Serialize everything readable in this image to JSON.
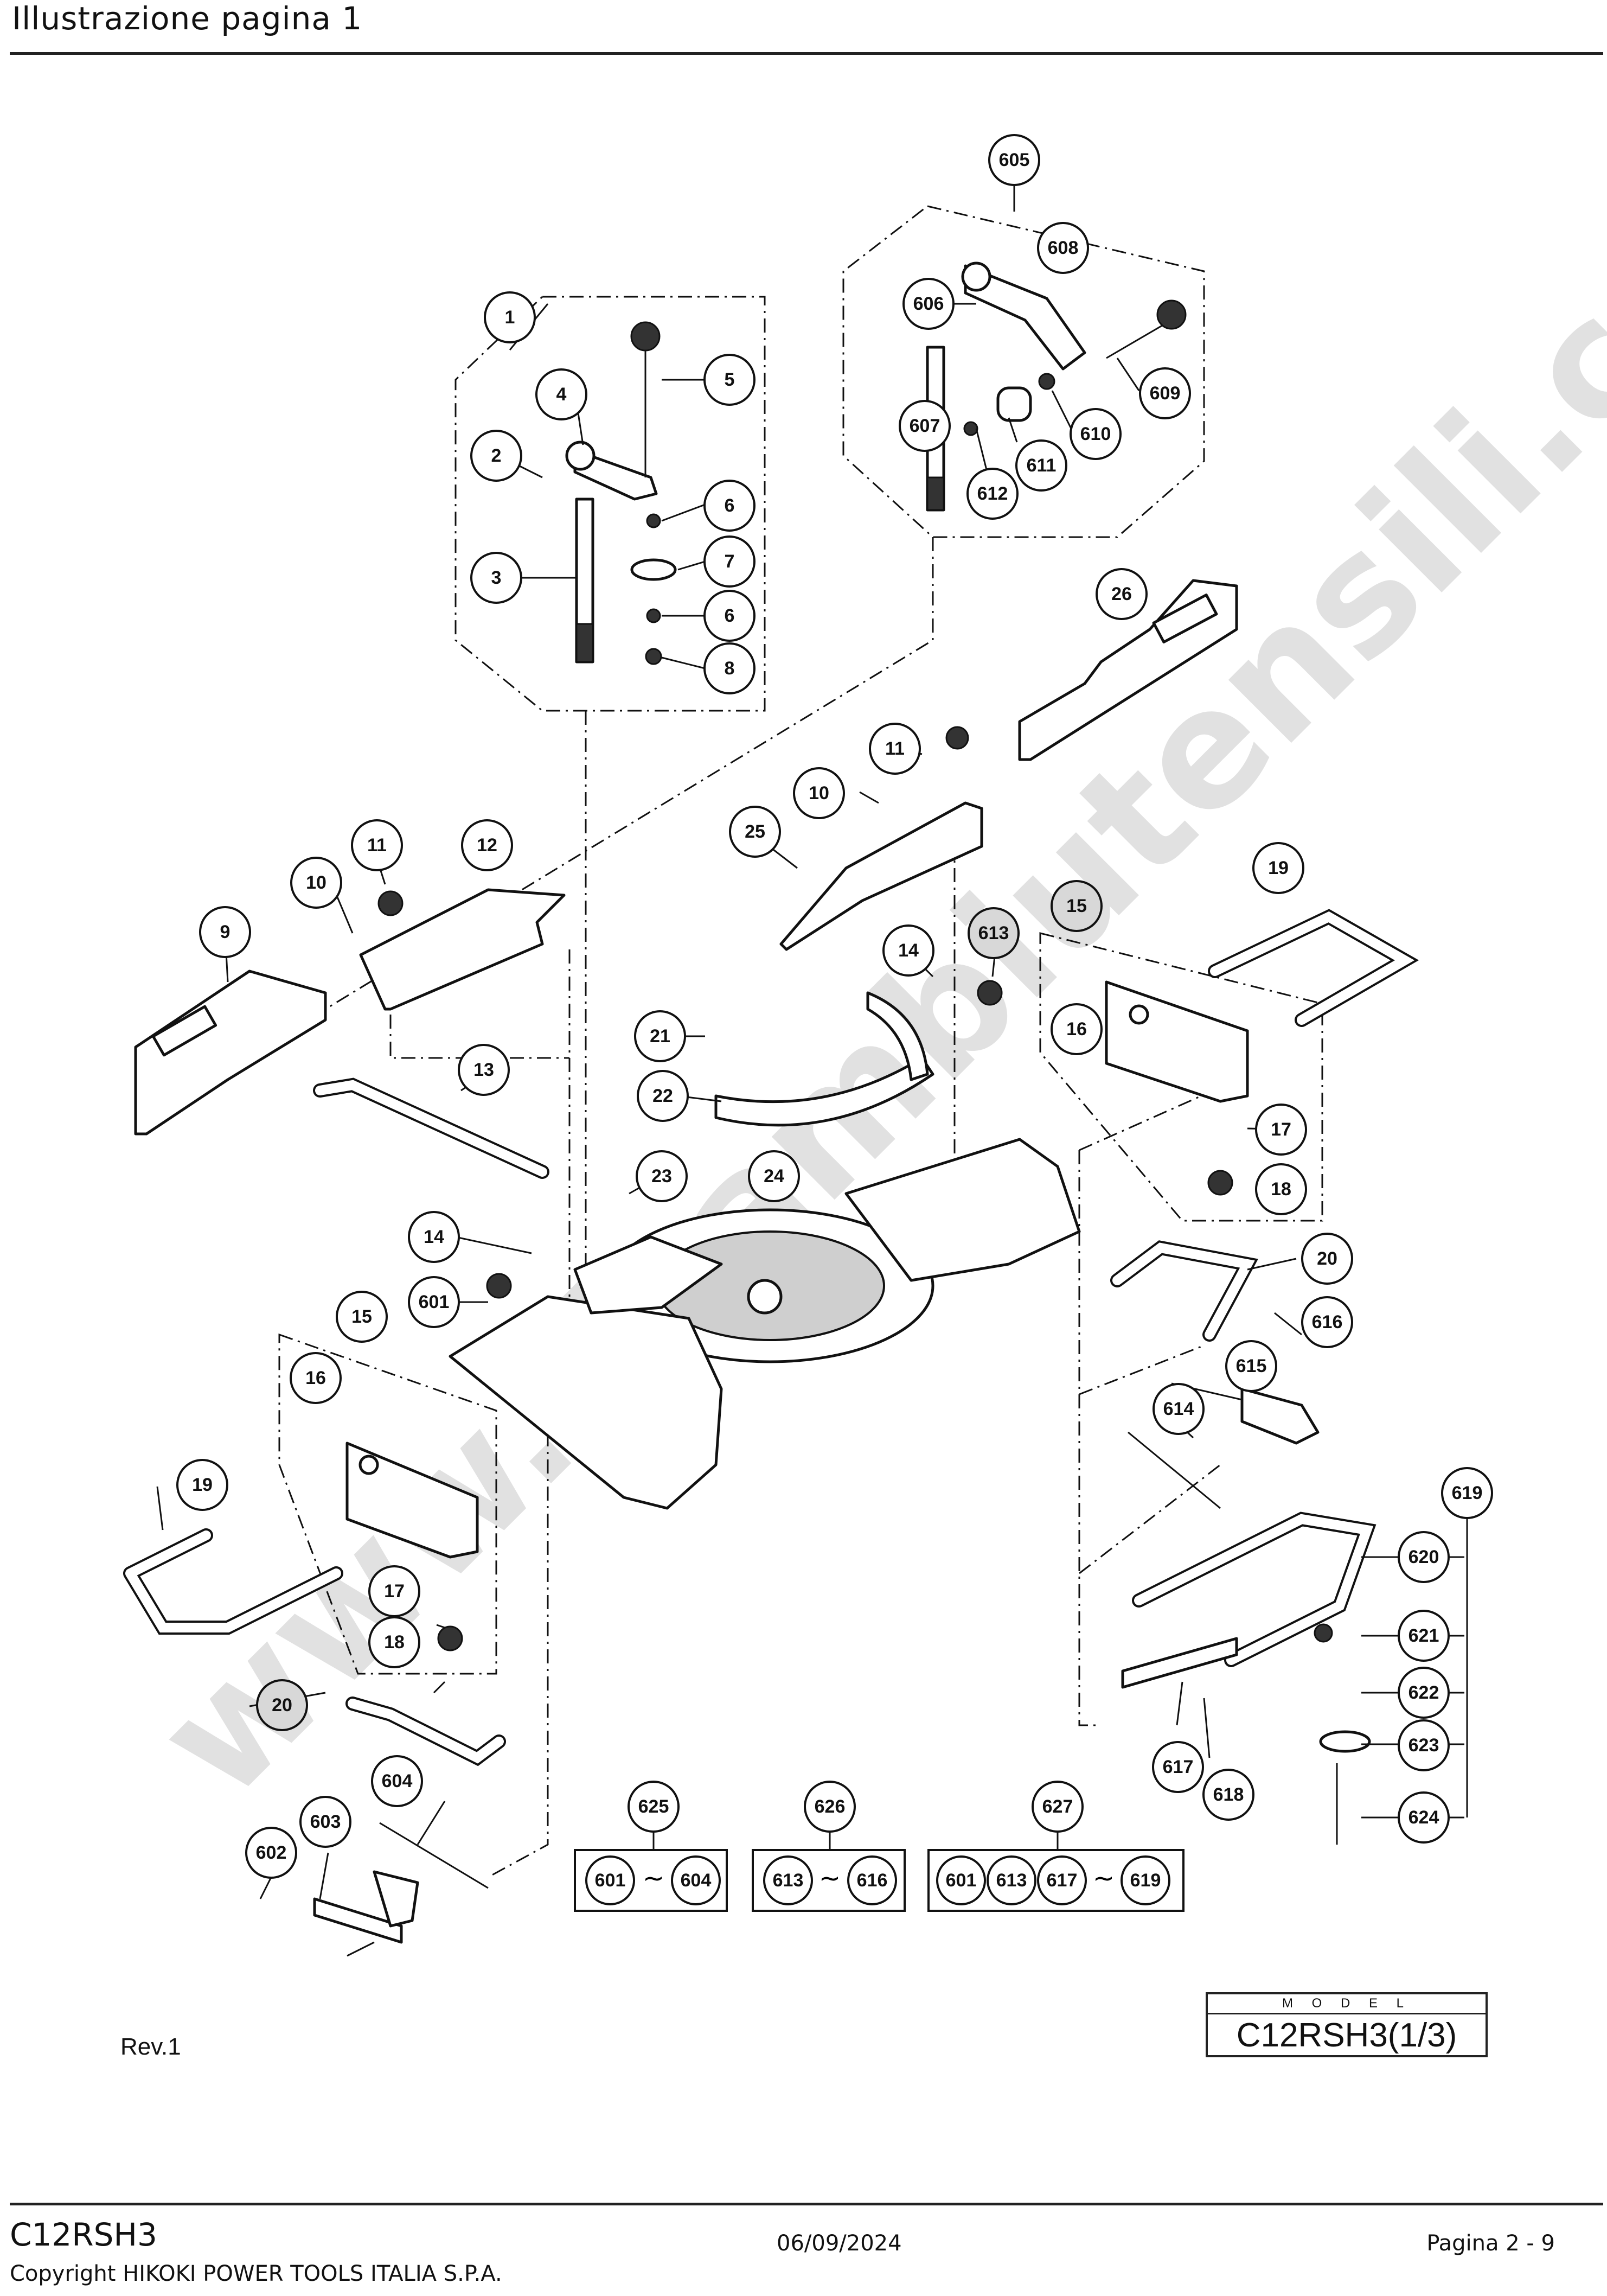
{
  "header": {
    "title": "Illustrazione  pagina 1"
  },
  "footer": {
    "model": "C12RSH3",
    "copyright": "Copyright HIKOKI POWER TOOLS ITALIA S.P.A.",
    "date": "06/09/2024",
    "page": "Pagina 2 - 9"
  },
  "diagram": {
    "revision": "Rev.1",
    "model_label": "M O D E L",
    "model_code": "C12RSH3(1/3)",
    "watermark": "www.ricambiutensili.com",
    "kits": [
      {
        "id": "625",
        "from": "601",
        "to": "604"
      },
      {
        "id": "626",
        "from": "613",
        "to": "616"
      },
      {
        "id": "627",
        "prefix": [
          "601",
          "613"
        ],
        "from": "617",
        "to": "619"
      }
    ],
    "tilde": "~",
    "callouts": {
      "c1": "1",
      "c2": "2",
      "c3": "3",
      "c4": "4",
      "c5": "5",
      "c6a": "6",
      "c7": "7",
      "c6b": "6",
      "c8": "8",
      "c9": "9",
      "c10a": "10",
      "c11a": "11",
      "c12": "12",
      "c13": "13",
      "c10b": "10",
      "c11b": "11",
      "c25": "25",
      "c26": "26",
      "c14a": "14",
      "c613a": "613",
      "c15a": "15",
      "c16a": "16",
      "c17a": "17",
      "c18a": "18",
      "c19a": "19",
      "c21": "21",
      "c22": "22",
      "c23": "23",
      "c24": "24",
      "c14b": "14",
      "c601a": "601",
      "c15b": "15",
      "c16b": "16",
      "c17b": "17",
      "c18b": "18",
      "c19b": "19",
      "c20b": "20",
      "c20a": "20",
      "c616": "616",
      "c615": "615",
      "c614": "614",
      "c619": "619",
      "c620": "620",
      "c621": "621",
      "c622": "622",
      "c623": "623",
      "c624": "624",
      "c617": "617",
      "c618": "618",
      "c604": "604",
      "c603": "603",
      "c602": "602",
      "c605": "605",
      "c606": "606",
      "c607": "607",
      "c608": "608",
      "c609": "609",
      "c610": "610",
      "c611": "611",
      "c612": "612"
    }
  }
}
